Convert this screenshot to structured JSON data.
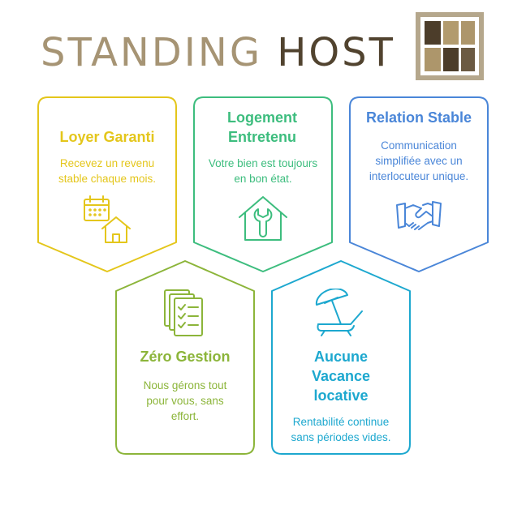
{
  "brand": {
    "word1": "STANDING",
    "word2": "HOST"
  },
  "colors": {
    "yellow": "#e4c61b",
    "green": "#3dbd7e",
    "blue": "#4a86d8",
    "lime": "#8cb53a",
    "cyan": "#1da8cf",
    "brand_light": "#a69474",
    "brand_dark": "#51432f"
  },
  "cards": [
    {
      "id": "loyer",
      "title": "Loyer Garanti",
      "desc": "Recevez un revenu stable chaque mois.",
      "icon": "calendar-house-icon"
    },
    {
      "id": "logement",
      "title": "Logement Entretenu",
      "desc": "Votre bien est toujours en bon état.",
      "icon": "house-wrench-icon"
    },
    {
      "id": "relation",
      "title": "Relation Stable",
      "desc": "Communication simplifiée avec un interlocuteur unique.",
      "icon": "handshake-icon"
    },
    {
      "id": "zero",
      "title": "Zéro Gestion",
      "desc": "Nous gérons tout pour vous, sans effort.",
      "icon": "checklist-documents-icon"
    },
    {
      "id": "vacance",
      "title": "Aucune Vacance locative",
      "desc": "Rentabilité continue sans périodes vides.",
      "icon": "beach-chair-umbrella-icon"
    }
  ]
}
